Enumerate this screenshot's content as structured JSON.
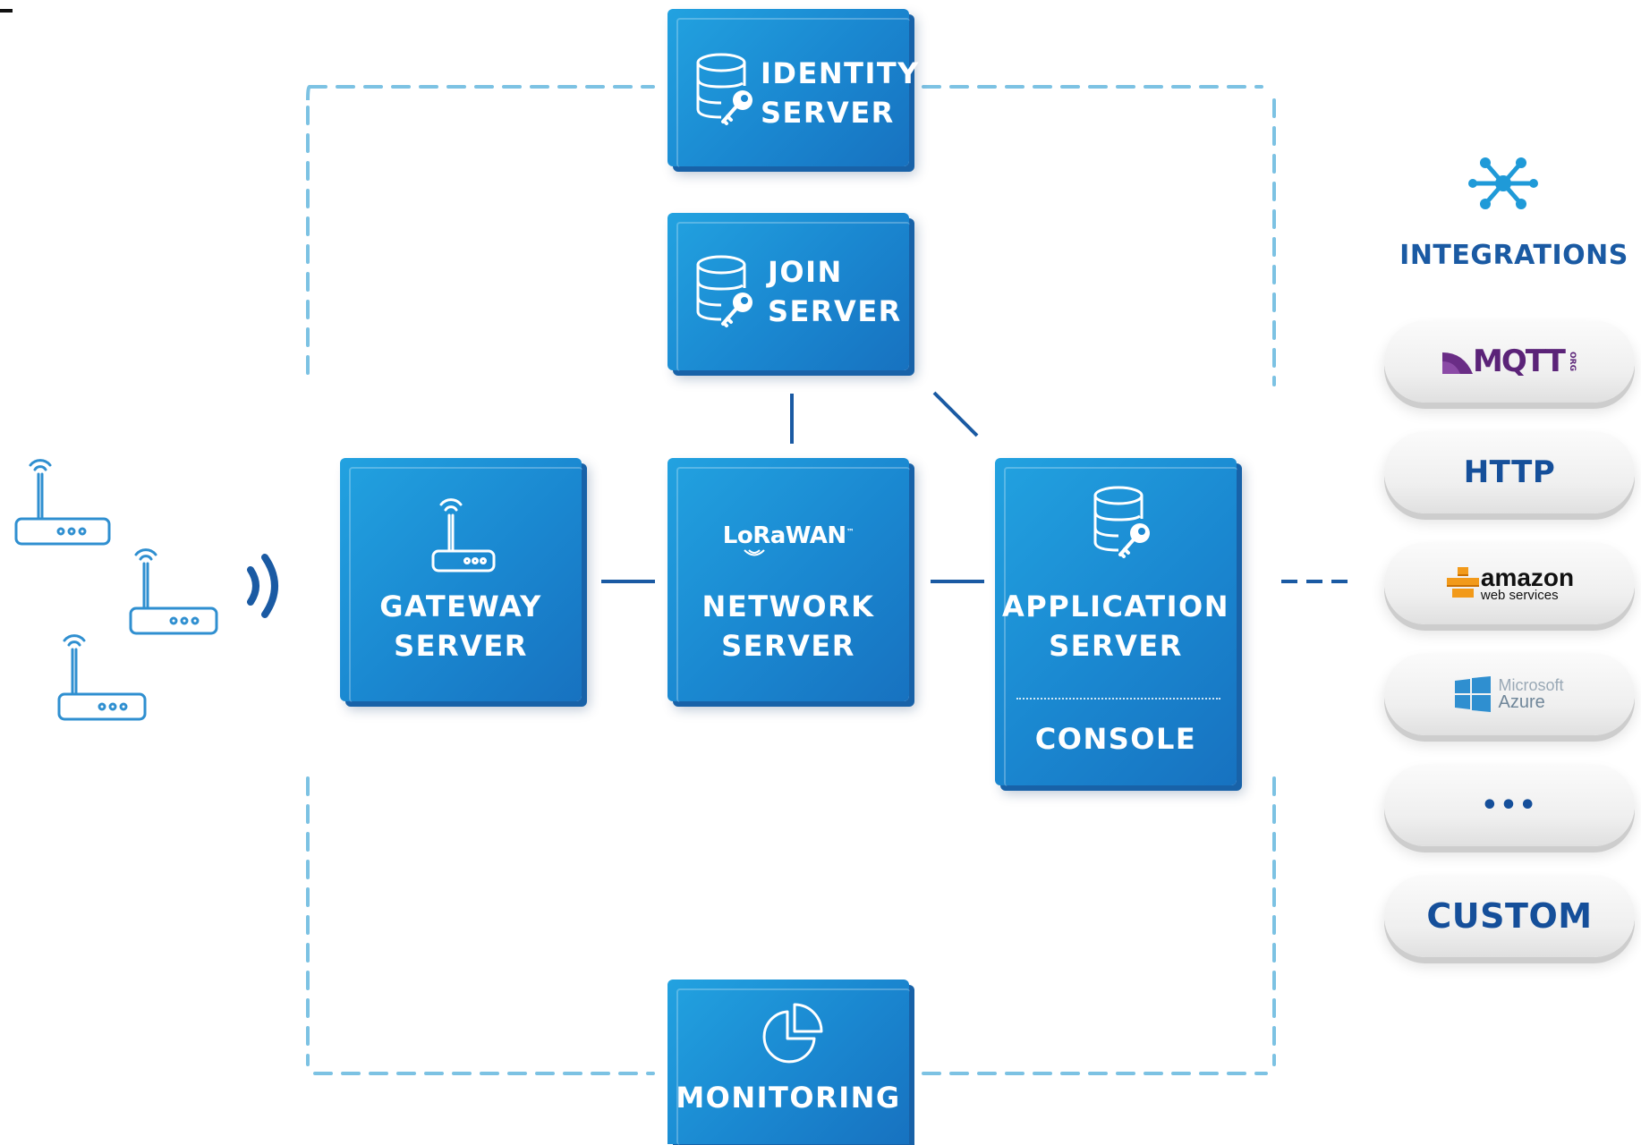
{
  "servers": {
    "identity": {
      "line1": "IDENTITY",
      "line2": "SERVER",
      "icon": "database-key-icon"
    },
    "join": {
      "line1": "JOIN",
      "line2": "SERVER",
      "icon": "database-key-icon"
    },
    "gateway": {
      "line1": "GATEWAY",
      "line2": "SERVER",
      "icon": "router-icon"
    },
    "network": {
      "logo": "LoRaWAN",
      "logo_tm": "™",
      "line1": "NETWORK",
      "line2": "SERVER"
    },
    "application": {
      "line1": "APPLICATION",
      "line2": "SERVER",
      "line3": "CONSOLE",
      "icon": "database-key-icon"
    },
    "monitoring": {
      "line1": "MONITORING",
      "icon": "pie-chart-icon"
    }
  },
  "integrations": {
    "title": "INTEGRATIONS",
    "icon": "network-hub-icon",
    "items": {
      "mqtt": {
        "text": "MQTT",
        "org": "ORG"
      },
      "http": {
        "text": "HTTP"
      },
      "aws": {
        "main": "amazon",
        "sub": "web services"
      },
      "azure": {
        "line1": "Microsoft",
        "line2": "Azure"
      },
      "more": {
        "text": "•••"
      },
      "custom": {
        "text": "CUSTOM"
      }
    }
  },
  "colors": {
    "box_blue": "#1a8ad2",
    "dark_blue": "#1a5aa3",
    "dash_blue": "#7cc2e3",
    "device_blue": "#2f8fd0"
  }
}
